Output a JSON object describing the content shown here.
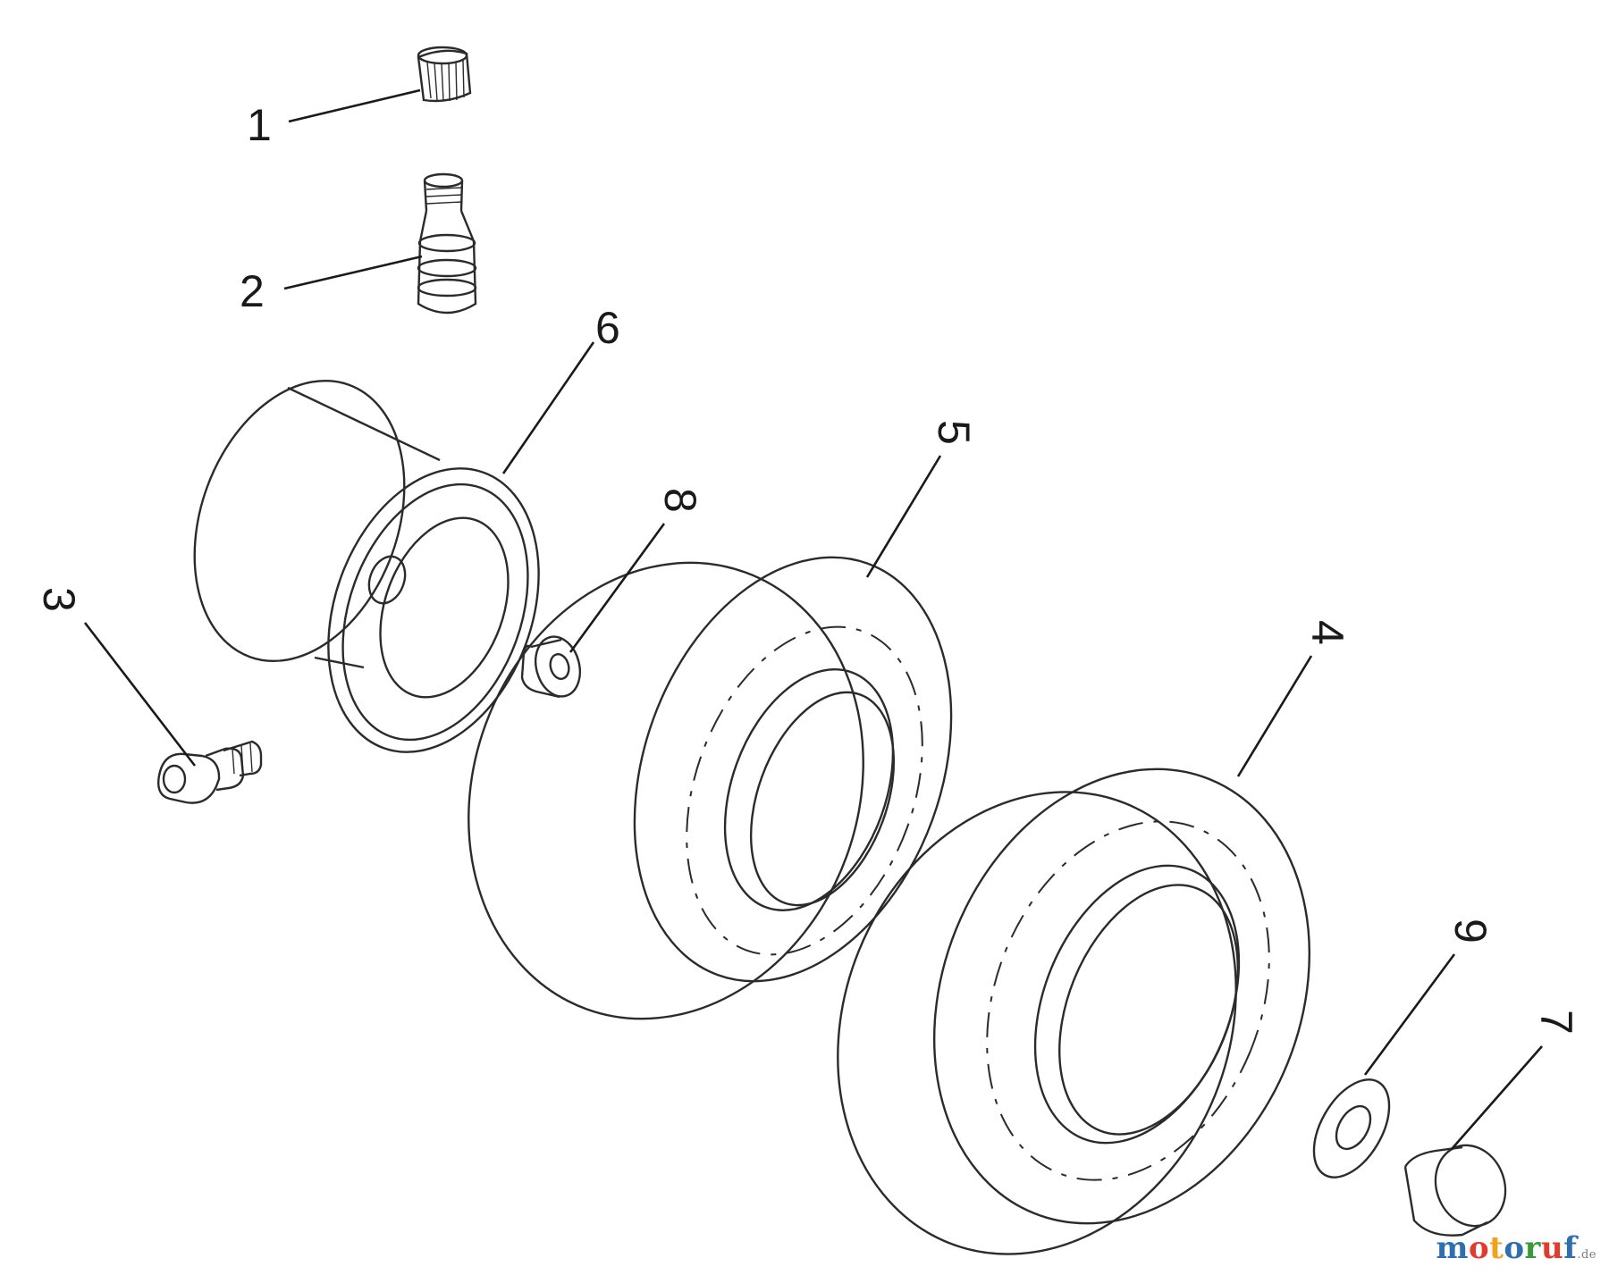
{
  "callouts": {
    "c1": "1",
    "c2": "2",
    "c3": "3",
    "c4": "4",
    "c5": "5",
    "c6": "6",
    "c7": "7",
    "c8": "8",
    "c9": "9"
  },
  "watermark": {
    "letters": [
      "m",
      "o",
      "t",
      "o",
      "r",
      "u",
      "f"
    ],
    "domain": ".de",
    "colors": [
      "#2f6fb0",
      "#e23b2e",
      "#f2a21a",
      "#2f6fb0",
      "#3a9a3a",
      "#e23b2e",
      "#2f6fb0"
    ]
  }
}
